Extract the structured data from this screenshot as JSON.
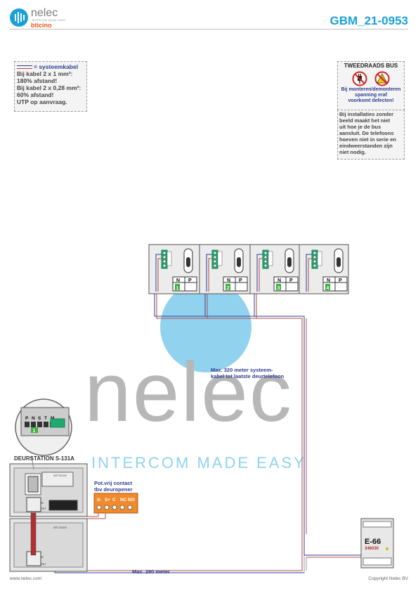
{
  "header": {
    "logo_word": "nelec",
    "logo_tagline": "INTERCOM MADE EASY",
    "logo_brand": "bticino",
    "doc_id": "GBM_21-0953"
  },
  "cable_note": {
    "legend": "= systeemkabel",
    "lines": [
      "Bij kabel 2 x 1 mm²:",
      "180% afstand!",
      "Bij kabel 2 x 0,28 mm²:",
      "60% afstand!",
      "UTP op aanvraag."
    ]
  },
  "warning": {
    "title": "TWEEDRAADS BUS",
    "caution_lines": [
      "Bij monteren/demonteren",
      "spanning eraf",
      "voorkomt defecten!"
    ],
    "info_lines": [
      "Bij installaties zonder",
      "beeld maakt het niet",
      "uit hoe je de bus",
      "aansluit. De telefoons",
      "hoeven niet in serie en",
      "eindweerstanden zijn",
      "niet nodig."
    ]
  },
  "phones": [
    {
      "n": "N",
      "p": "P",
      "num": "1"
    },
    {
      "n": "N",
      "p": "P",
      "num": "2"
    },
    {
      "n": "N",
      "p": "P",
      "num": "3"
    },
    {
      "n": "N",
      "p": "P",
      "num": "4"
    }
  ],
  "labels": {
    "max_320": [
      "Max. 320 meter systeem-",
      "kabel tot laatste deurtelefoon"
    ],
    "max_290": "Max. 290 meter",
    "door_station": "DEURSTATION S-131A",
    "relay_title": [
      "Pot.vrij contact",
      "tbv deuropener"
    ],
    "relay_terminals": [
      "S-",
      "S+",
      "C",
      "NC",
      "NO"
    ],
    "power_supply": "E-66",
    "power_supply_code": "346030",
    "module_terminals": [
      "P",
      "N",
      "S",
      "T",
      "M"
    ],
    "module_number": "1"
  },
  "watermark": {
    "word": "nelec",
    "tagline": "INTERCOM MADE EASY"
  },
  "footer": {
    "website": "www.nelec.com",
    "copyright": "Copyright Nelec BV"
  }
}
